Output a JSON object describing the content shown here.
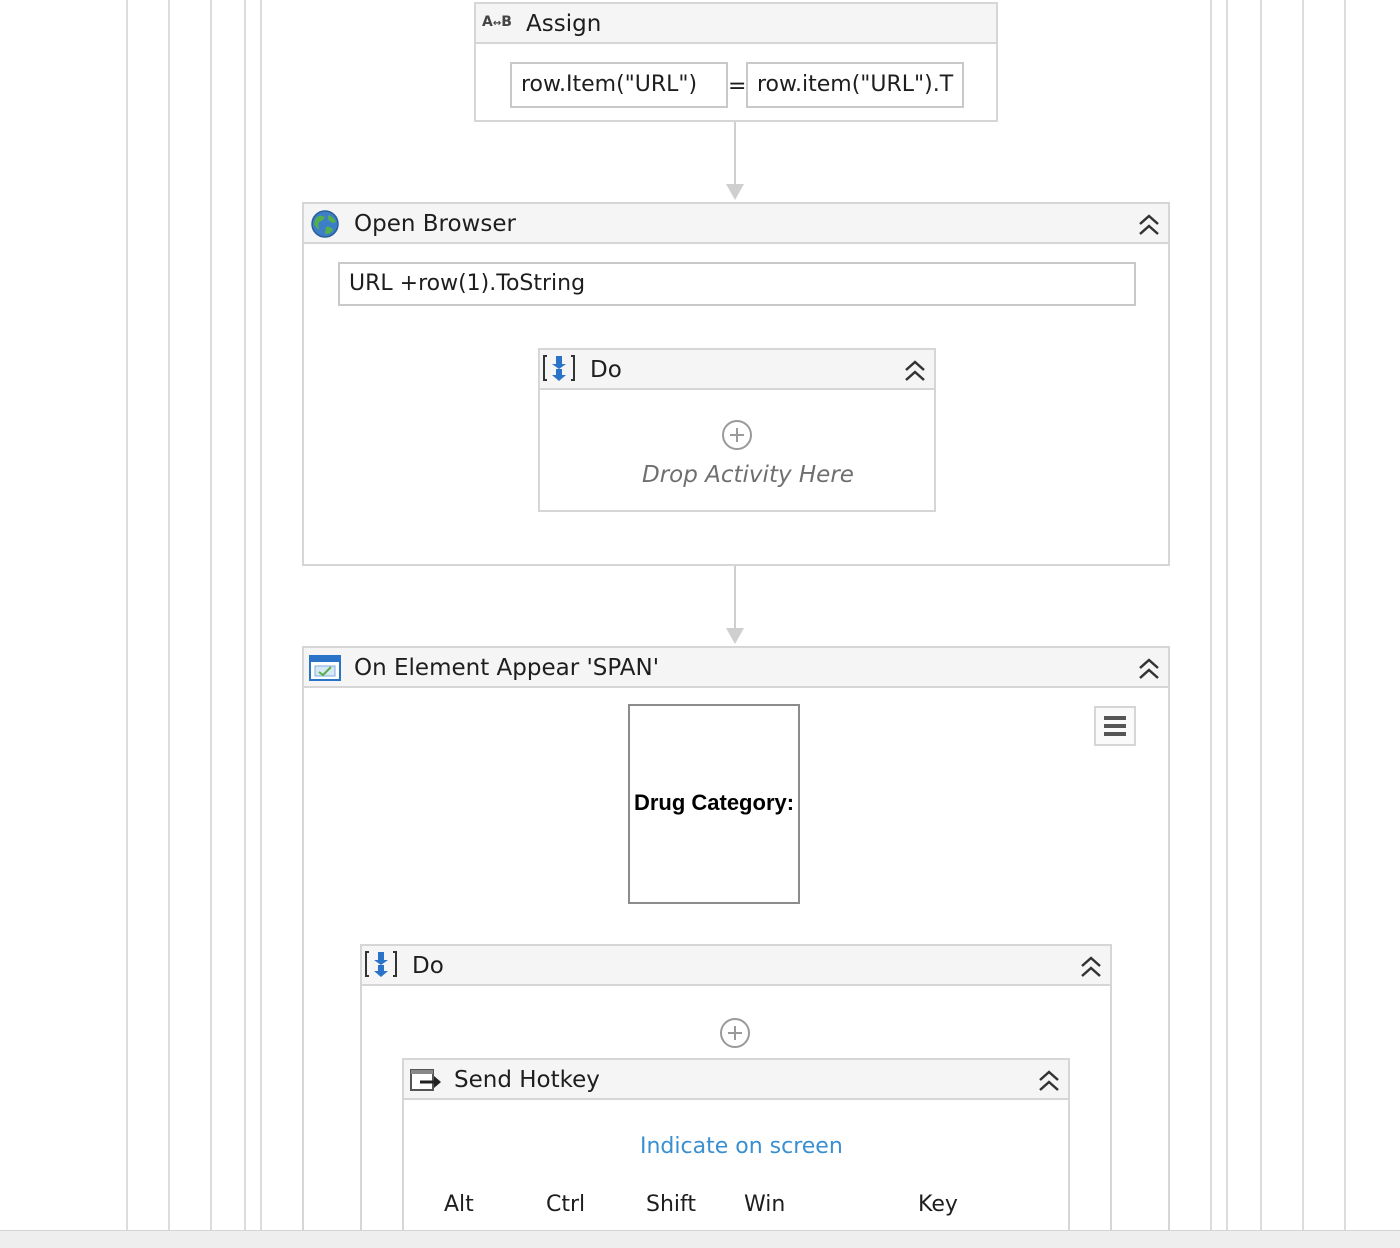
{
  "assign": {
    "title": "Assign",
    "icon": "assign-icon",
    "left_value": "row.Item(\"URL\")",
    "operator": "=",
    "right_value": "row.item(\"URL\").T"
  },
  "open_browser": {
    "title": "Open Browser",
    "icon": "globe-icon",
    "url": "URL +row(1).ToString",
    "do": {
      "title": "Do",
      "icon": "sequence-icon",
      "placeholder": "Drop Activity Here"
    }
  },
  "on_element_appear": {
    "title": "On Element Appear 'SPAN'",
    "icon": "window-icon",
    "preview_text": "Drug Category:",
    "do": {
      "title": "Do",
      "icon": "sequence-icon"
    },
    "send_hotkey": {
      "title": "Send Hotkey",
      "icon": "send-hotkey-icon",
      "indicate_link": "Indicate on screen",
      "labels": [
        "Alt",
        "Ctrl",
        "Shift",
        "Win",
        "Key"
      ]
    }
  },
  "colors": {
    "link": "#3a8fd0",
    "border": "#d6d6d6",
    "header_bg": "#f5f5f5"
  }
}
